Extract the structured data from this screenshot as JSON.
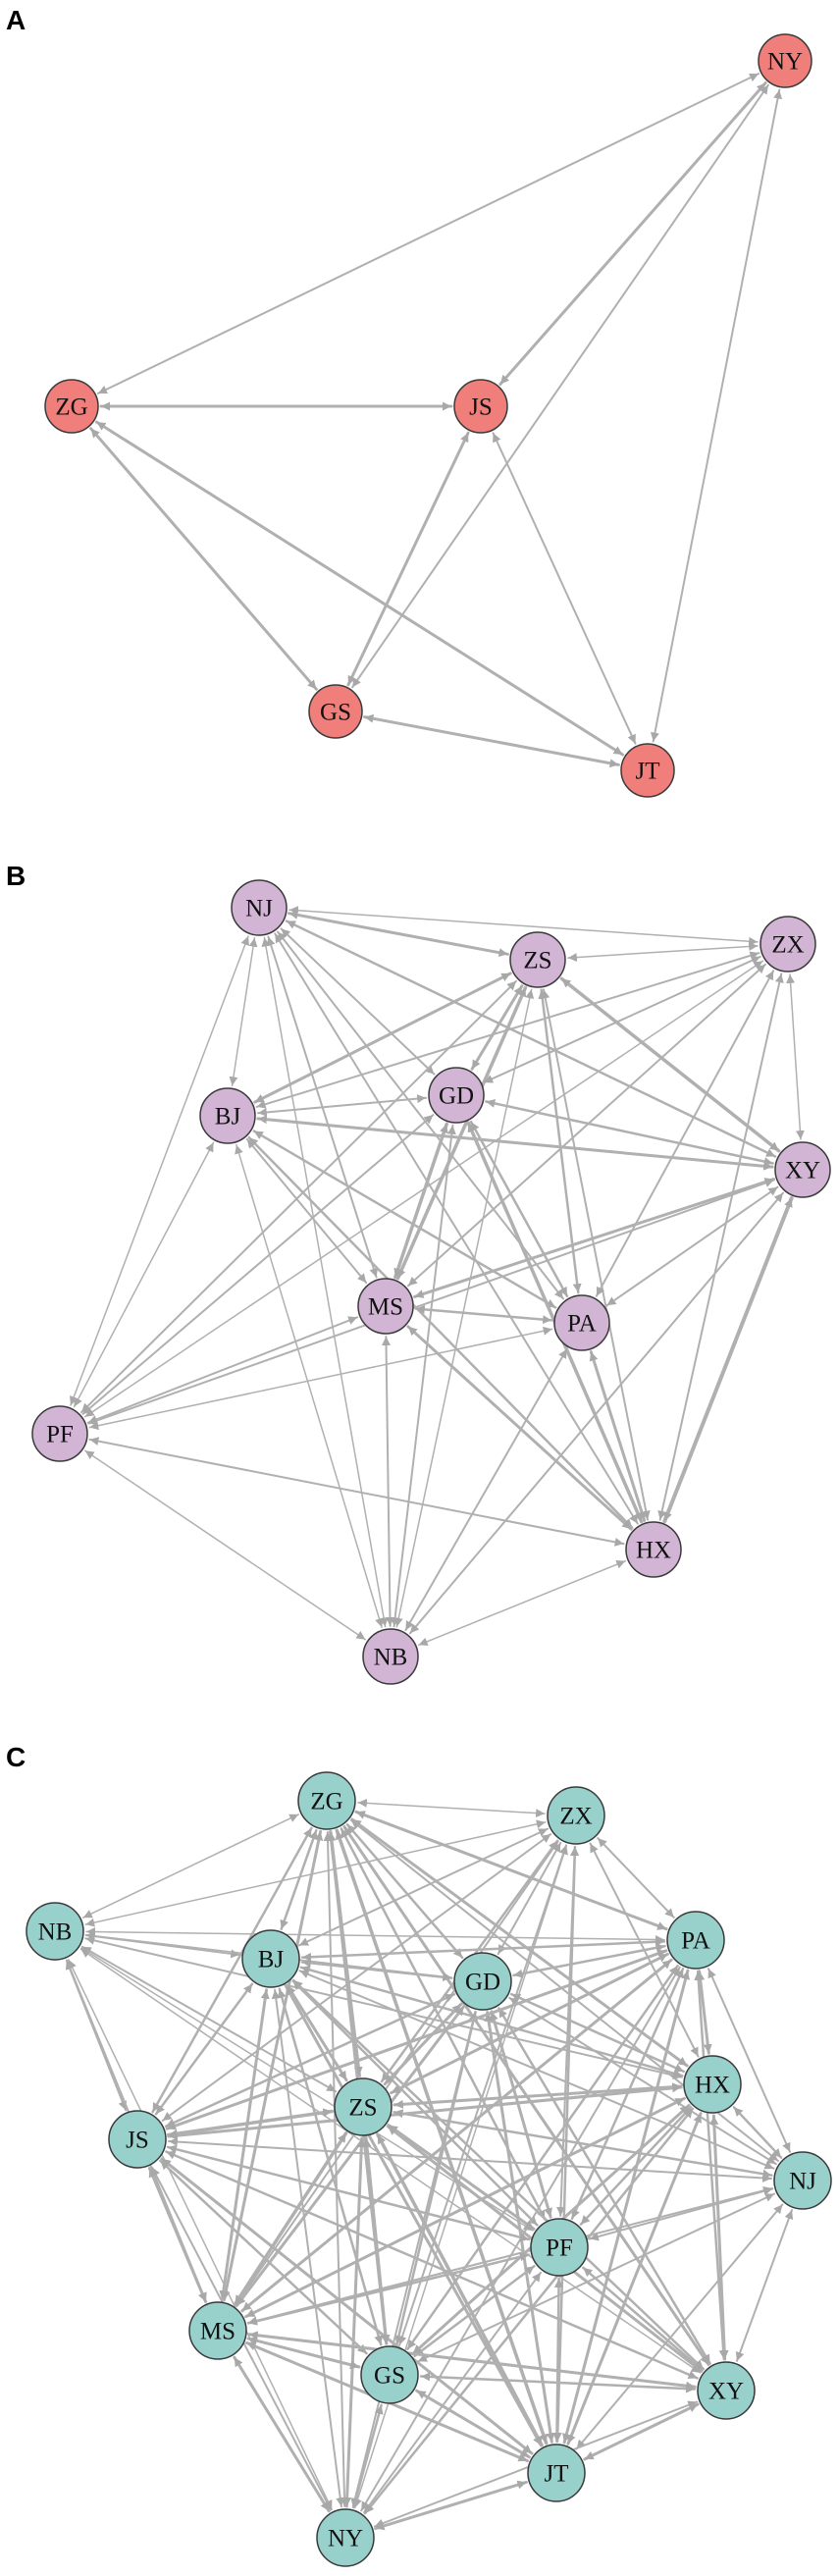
{
  "colors": {
    "edge": "#b0b0b0",
    "node_stroke": "#3a3a3a",
    "panel_A_fill": "#f07f7b",
    "panel_B_fill": "#d2b4d5",
    "panel_C_fill": "#98d0cb"
  },
  "panels": [
    {
      "id": "A",
      "label": "A",
      "fill_key": "panel_A_fill",
      "nodes": [
        "NY",
        "ZG",
        "JS",
        "GS",
        "JT"
      ],
      "edges": [
        [
          "ZG",
          "NY",
          2
        ],
        [
          "ZG",
          "JS",
          3
        ],
        [
          "ZG",
          "GS",
          3
        ],
        [
          "ZG",
          "JT",
          3
        ],
        [
          "JS",
          "NY",
          3
        ],
        [
          "JS",
          "GS",
          3
        ],
        [
          "JS",
          "JT",
          2
        ],
        [
          "NY",
          "GS",
          2
        ],
        [
          "NY",
          "JT",
          2
        ],
        [
          "GS",
          "JT",
          3
        ]
      ]
    },
    {
      "id": "B",
      "label": "B",
      "fill_key": "panel_B_fill",
      "nodes": [
        "NJ",
        "ZS",
        "ZX",
        "BJ",
        "GD",
        "XY",
        "MS",
        "PA",
        "PF",
        "HX",
        "NB"
      ],
      "edges": [
        [
          "NJ",
          "ZS",
          3
        ],
        [
          "NJ",
          "ZX",
          1.5
        ],
        [
          "NJ",
          "BJ",
          1.5
        ],
        [
          "NJ",
          "GD",
          2
        ],
        [
          "NJ",
          "XY",
          2.5
        ],
        [
          "NJ",
          "MS",
          2
        ],
        [
          "NJ",
          "PA",
          2
        ],
        [
          "NJ",
          "PF",
          1.5
        ],
        [
          "NJ",
          "HX",
          2
        ],
        [
          "NJ",
          "NB",
          1.5
        ],
        [
          "ZS",
          "ZX",
          1.5
        ],
        [
          "ZS",
          "BJ",
          3
        ],
        [
          "ZS",
          "GD",
          3
        ],
        [
          "ZS",
          "XY",
          3.5
        ],
        [
          "ZS",
          "MS",
          3.5
        ],
        [
          "ZS",
          "PA",
          2.5
        ],
        [
          "ZS",
          "PF",
          2
        ],
        [
          "ZS",
          "HX",
          2
        ],
        [
          "ZS",
          "NB",
          1.5
        ],
        [
          "ZX",
          "BJ",
          2
        ],
        [
          "ZX",
          "GD",
          2
        ],
        [
          "ZX",
          "XY",
          1.5
        ],
        [
          "ZX",
          "MS",
          2
        ],
        [
          "ZX",
          "PA",
          2
        ],
        [
          "ZX",
          "PF",
          1.5
        ],
        [
          "ZX",
          "HX",
          2
        ],
        [
          "BJ",
          "GD",
          2
        ],
        [
          "BJ",
          "XY",
          3
        ],
        [
          "BJ",
          "MS",
          2
        ],
        [
          "BJ",
          "PA",
          2.5
        ],
        [
          "BJ",
          "PF",
          1.5
        ],
        [
          "BJ",
          "HX",
          2.5
        ],
        [
          "BJ",
          "NB",
          1.5
        ],
        [
          "GD",
          "XY",
          2.5
        ],
        [
          "GD",
          "MS",
          3.5
        ],
        [
          "GD",
          "PA",
          2.5
        ],
        [
          "GD",
          "PF",
          2
        ],
        [
          "GD",
          "HX",
          3.5
        ],
        [
          "GD",
          "NB",
          2
        ],
        [
          "XY",
          "MS",
          3
        ],
        [
          "XY",
          "PA",
          2
        ],
        [
          "XY",
          "PF",
          2
        ],
        [
          "XY",
          "HX",
          4
        ],
        [
          "XY",
          "NB",
          2
        ],
        [
          "MS",
          "PA",
          2.5
        ],
        [
          "MS",
          "PF",
          2
        ],
        [
          "MS",
          "HX",
          3
        ],
        [
          "MS",
          "NB",
          2
        ],
        [
          "PA",
          "PF",
          1.5
        ],
        [
          "PA",
          "HX",
          3
        ],
        [
          "PA",
          "NB",
          2
        ],
        [
          "PF",
          "HX",
          2
        ],
        [
          "PF",
          "NB",
          1.5
        ],
        [
          "HX",
          "NB",
          1.5
        ]
      ]
    },
    {
      "id": "C",
      "label": "C",
      "fill_key": "panel_C_fill",
      "nodes": [
        "ZG",
        "ZX",
        "NB",
        "BJ",
        "GD",
        "PA",
        "HX",
        "JS",
        "ZS",
        "NJ",
        "PF",
        "MS",
        "GS",
        "XY",
        "JT",
        "NY"
      ],
      "edges": [
        [
          "ZG",
          "ZX",
          1.5
        ],
        [
          "ZG",
          "NB",
          1.5
        ],
        [
          "ZG",
          "BJ",
          2.5
        ],
        [
          "ZG",
          "GD",
          2.5
        ],
        [
          "ZG",
          "PA",
          3
        ],
        [
          "ZG",
          "HX",
          3
        ],
        [
          "ZG",
          "JS",
          2.5
        ],
        [
          "ZG",
          "ZS",
          3.5
        ],
        [
          "ZG",
          "NJ",
          2
        ],
        [
          "ZG",
          "PF",
          2.5
        ],
        [
          "ZG",
          "MS",
          3
        ],
        [
          "ZG",
          "GS",
          2.5
        ],
        [
          "ZG",
          "XY",
          3
        ],
        [
          "ZG",
          "JT",
          3.5
        ],
        [
          "ZG",
          "NY",
          2
        ],
        [
          "ZX",
          "NB",
          1.5
        ],
        [
          "ZX",
          "BJ",
          2
        ],
        [
          "ZX",
          "GD",
          2
        ],
        [
          "ZX",
          "PA",
          2
        ],
        [
          "ZX",
          "HX",
          2
        ],
        [
          "ZX",
          "JS",
          2
        ],
        [
          "ZX",
          "ZS",
          2.5
        ],
        [
          "ZX",
          "PF",
          2
        ],
        [
          "ZX",
          "MS",
          2
        ],
        [
          "ZX",
          "GS",
          2
        ],
        [
          "ZX",
          "JT",
          2.5
        ],
        [
          "ZX",
          "NY",
          1.5
        ],
        [
          "NB",
          "BJ",
          2
        ],
        [
          "NB",
          "GD",
          1.5
        ],
        [
          "NB",
          "PA",
          1.5
        ],
        [
          "NB",
          "HX",
          2
        ],
        [
          "NB",
          "JS",
          2
        ],
        [
          "NB",
          "ZS",
          2
        ],
        [
          "NB",
          "PF",
          1.5
        ],
        [
          "NB",
          "MS",
          2
        ],
        [
          "NB",
          "XY",
          1.5
        ],
        [
          "NB",
          "NY",
          1.5
        ],
        [
          "BJ",
          "GD",
          2.5
        ],
        [
          "BJ",
          "PA",
          2.5
        ],
        [
          "BJ",
          "HX",
          2.5
        ],
        [
          "BJ",
          "JS",
          2.5
        ],
        [
          "BJ",
          "ZS",
          3
        ],
        [
          "BJ",
          "NJ",
          2
        ],
        [
          "BJ",
          "PF",
          2.5
        ],
        [
          "BJ",
          "MS",
          3
        ],
        [
          "BJ",
          "GS",
          2.5
        ],
        [
          "BJ",
          "XY",
          2.5
        ],
        [
          "BJ",
          "JT",
          3
        ],
        [
          "BJ",
          "NY",
          2
        ],
        [
          "GD",
          "PA",
          2.5
        ],
        [
          "GD",
          "HX",
          2.5
        ],
        [
          "GD",
          "JS",
          2.5
        ],
        [
          "GD",
          "ZS",
          3
        ],
        [
          "GD",
          "NJ",
          2
        ],
        [
          "GD",
          "PF",
          3
        ],
        [
          "GD",
          "MS",
          3
        ],
        [
          "GD",
          "GS",
          2.5
        ],
        [
          "GD",
          "XY",
          2.5
        ],
        [
          "GD",
          "JT",
          3
        ],
        [
          "GD",
          "NY",
          2
        ],
        [
          "PA",
          "HX",
          3
        ],
        [
          "PA",
          "JS",
          3
        ],
        [
          "PA",
          "ZS",
          3
        ],
        [
          "PA",
          "NJ",
          2
        ],
        [
          "PA",
          "PF",
          2.5
        ],
        [
          "PA",
          "MS",
          3
        ],
        [
          "PA",
          "GS",
          2.5
        ],
        [
          "PA",
          "XY",
          2.5
        ],
        [
          "PA",
          "JT",
          3
        ],
        [
          "PA",
          "NY",
          2
        ],
        [
          "HX",
          "JS",
          3
        ],
        [
          "HX",
          "ZS",
          3
        ],
        [
          "HX",
          "NJ",
          2.5
        ],
        [
          "HX",
          "PF",
          2.5
        ],
        [
          "HX",
          "MS",
          3
        ],
        [
          "HX",
          "GS",
          3
        ],
        [
          "HX",
          "XY",
          3
        ],
        [
          "HX",
          "JT",
          3
        ],
        [
          "HX",
          "NY",
          2.5
        ],
        [
          "JS",
          "ZS",
          3.5
        ],
        [
          "JS",
          "NJ",
          2
        ],
        [
          "JS",
          "PF",
          2.5
        ],
        [
          "JS",
          "MS",
          3
        ],
        [
          "JS",
          "GS",
          2.5
        ],
        [
          "JS",
          "XY",
          2.5
        ],
        [
          "JS",
          "JT",
          3
        ],
        [
          "JS",
          "NY",
          2
        ],
        [
          "ZS",
          "NJ",
          2.5
        ],
        [
          "ZS",
          "PF",
          3
        ],
        [
          "ZS",
          "MS",
          3.5
        ],
        [
          "ZS",
          "GS",
          3
        ],
        [
          "ZS",
          "XY",
          3
        ],
        [
          "ZS",
          "JT",
          3.5
        ],
        [
          "ZS",
          "NY",
          3
        ],
        [
          "NJ",
          "PF",
          2
        ],
        [
          "NJ",
          "MS",
          2
        ],
        [
          "NJ",
          "GS",
          2
        ],
        [
          "NJ",
          "XY",
          2
        ],
        [
          "NJ",
          "JT",
          2
        ],
        [
          "PF",
          "MS",
          2.5
        ],
        [
          "PF",
          "GS",
          2.5
        ],
        [
          "PF",
          "XY",
          2.5
        ],
        [
          "PF",
          "JT",
          2.5
        ],
        [
          "PF",
          "NY",
          2
        ],
        [
          "MS",
          "GS",
          3
        ],
        [
          "MS",
          "XY",
          3
        ],
        [
          "MS",
          "JT",
          3
        ],
        [
          "MS",
          "NY",
          3
        ],
        [
          "GS",
          "XY",
          2.5
        ],
        [
          "GS",
          "JT",
          3
        ],
        [
          "GS",
          "NY",
          2.5
        ],
        [
          "XY",
          "JT",
          3
        ],
        [
          "XY",
          "NY",
          2
        ],
        [
          "JT",
          "NY",
          3
        ]
      ]
    }
  ]
}
